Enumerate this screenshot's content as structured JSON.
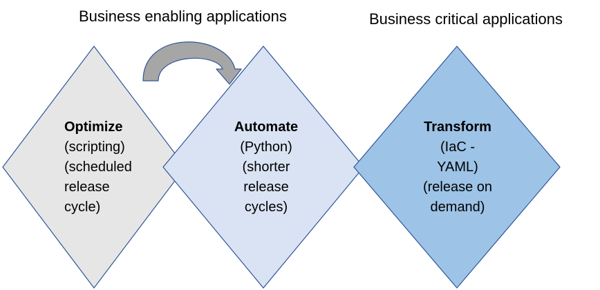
{
  "headings": {
    "left": "Business enabling applications",
    "right": "Business critical applications"
  },
  "stages": [
    {
      "title": "Optimize",
      "lines": [
        "(scripting)",
        "(scheduled",
        "release",
        "cycle)"
      ],
      "fill": "#e6e6e6"
    },
    {
      "title": "Automate",
      "lines": [
        "(Python)",
        "(shorter",
        "release",
        "cycles)"
      ],
      "fill": "#dae3f3"
    },
    {
      "title": "Transform",
      "lines": [
        "(IaC -",
        "YAML)",
        "(release on",
        "demand)"
      ],
      "fill": "#9dc3e6"
    }
  ],
  "colors": {
    "outline": "#2f5597",
    "arrow_fill": "#a6a6a6"
  },
  "icons": [
    "curved-arrow-icon"
  ]
}
